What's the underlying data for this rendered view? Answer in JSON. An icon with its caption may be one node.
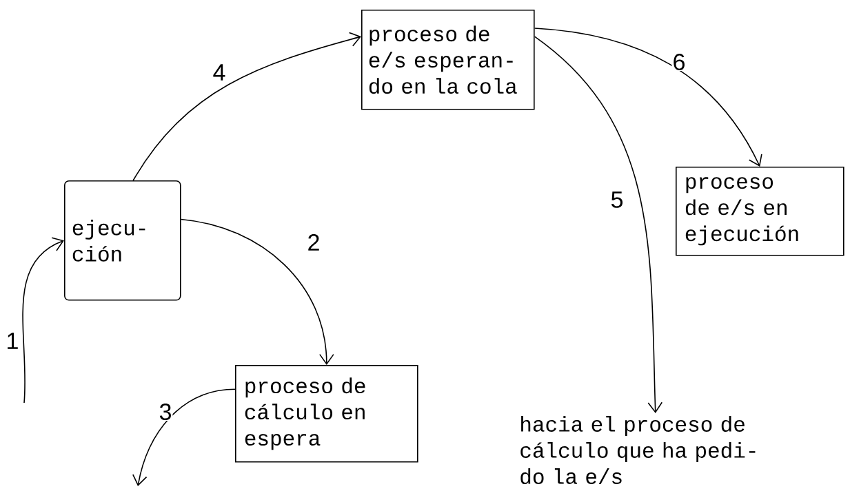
{
  "diagram": {
    "nodes": [
      {
        "text": [
          "proceso de e/s esperan- do en la cola"
        ]
      },
      {
        "text": [
          "ejecu- ción"
        ]
      },
      {
        "text": [
          "proceso de cálculo en espera"
        ]
      },
      {
        "text": [
          "proceso de e/s en ejecución"
        ]
      },
      {
        "text": [
          "hacia el proceso de cálculo que ha pedi- do la e/s"
        ]
      }
    ],
    "edges": [
      {
        "from": null,
        "to": 1,
        "arrow": "to",
        "label": "1"
      },
      {
        "from": 1,
        "to": 2,
        "arrow": "to",
        "label": "2"
      },
      {
        "from": 2,
        "to": null,
        "arrow": "to",
        "label": "3"
      },
      {
        "from": 1,
        "to": 0,
        "arrow": "to",
        "label": "4"
      },
      {
        "from": 0,
        "to": 4,
        "arrow": "to",
        "label": "5"
      },
      {
        "from": 0,
        "to": 3,
        "arrow": "to",
        "label": "6"
      }
    ]
  }
}
